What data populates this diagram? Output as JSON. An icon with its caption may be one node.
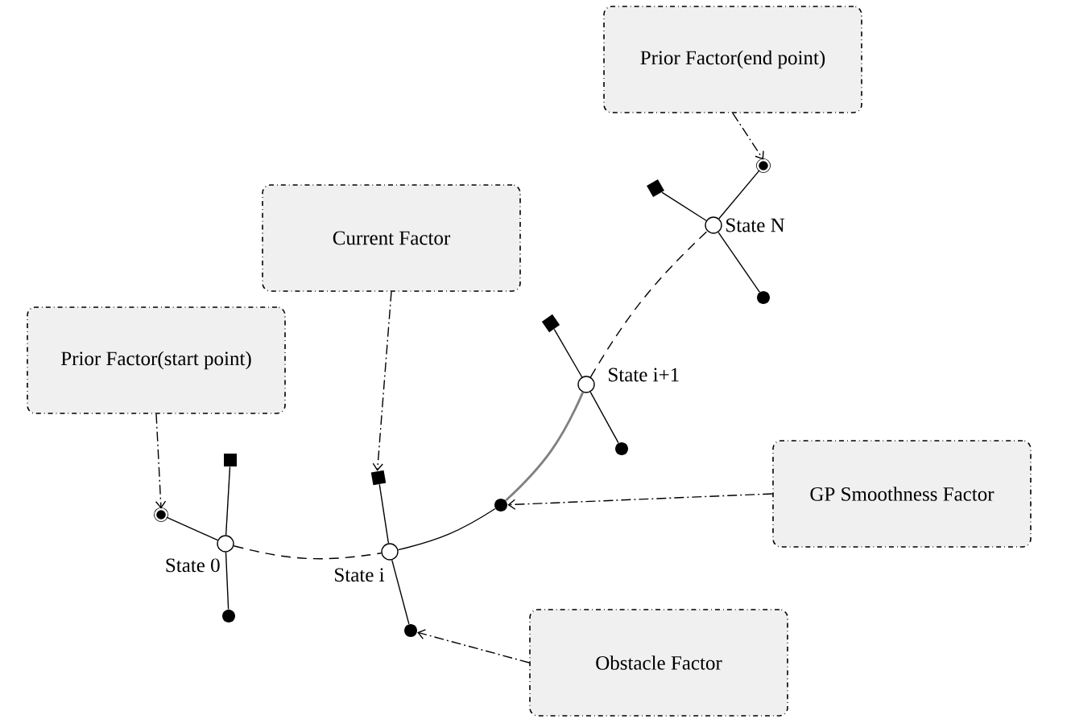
{
  "diagram": {
    "nodes": [
      {
        "text": [
          "Prior Factor(end point)"
        ]
      },
      {
        "text": [
          "Current Factor"
        ]
      },
      {
        "text": [
          "Prior Factor(start point)"
        ]
      },
      {
        "text": [
          "GP Smoothness Factor"
        ]
      },
      {
        "text": [
          "Obstacle Factor"
        ]
      },
      {
        "text": [],
        "shape": "circle",
        "beside": [
          "State 0"
        ]
      },
      {
        "text": [],
        "shape": "circle",
        "beside": [
          "State i"
        ]
      },
      {
        "text": [],
        "shape": "circle",
        "beside": [
          "State i+1"
        ]
      },
      {
        "text": [],
        "shape": "circle",
        "beside": [
          "State N"
        ]
      },
      {
        "text": [],
        "shape": "circle"
      },
      {
        "text": [],
        "shape": "box"
      },
      {
        "text": [],
        "shape": "circle"
      },
      {
        "text": [],
        "shape": "box"
      },
      {
        "text": [],
        "shape": "circle"
      },
      {
        "text": [],
        "shape": "circle"
      },
      {
        "text": [],
        "shape": "box"
      },
      {
        "text": [],
        "shape": "circle"
      },
      {
        "text": [],
        "shape": "box"
      },
      {
        "text": [],
        "shape": "circle"
      },
      {
        "text": [],
        "shape": "circle"
      }
    ],
    "edges": [
      {
        "from": 5,
        "to": 9,
        "arrow": "none"
      },
      {
        "from": 5,
        "to": 10,
        "arrow": "none"
      },
      {
        "from": 5,
        "to": 11,
        "arrow": "none"
      },
      {
        "from": 6,
        "to": 12,
        "arrow": "none"
      },
      {
        "from": 6,
        "to": 13,
        "arrow": "none"
      },
      {
        "from": 7,
        "to": 15,
        "arrow": "none"
      },
      {
        "from": 7,
        "to": 16,
        "arrow": "none"
      },
      {
        "from": 8,
        "to": 17,
        "arrow": "none"
      },
      {
        "from": 8,
        "to": 18,
        "arrow": "none"
      },
      {
        "from": 8,
        "to": 19,
        "arrow": "none"
      },
      {
        "from": 5,
        "to": 6,
        "arrow": "none",
        "style": "dashed"
      },
      {
        "from": 6,
        "to": 14,
        "arrow": "none"
      },
      {
        "from": 14,
        "to": 7,
        "arrow": "none",
        "color": "#808080"
      },
      {
        "from": 7,
        "to": 8,
        "arrow": "none",
        "style": "dashed"
      },
      {
        "from": 2,
        "to": 9,
        "arrow": "to",
        "style": "dashed"
      },
      {
        "from": 1,
        "to": 12,
        "arrow": "to",
        "style": "dashed"
      },
      {
        "from": 0,
        "to": 19,
        "arrow": "to",
        "style": "dashed"
      },
      {
        "from": 3,
        "to": 14,
        "arrow": "to",
        "style": "dashed"
      },
      {
        "from": 4,
        "to": 13,
        "arrow": "to",
        "style": "dashed"
      }
    ]
  }
}
